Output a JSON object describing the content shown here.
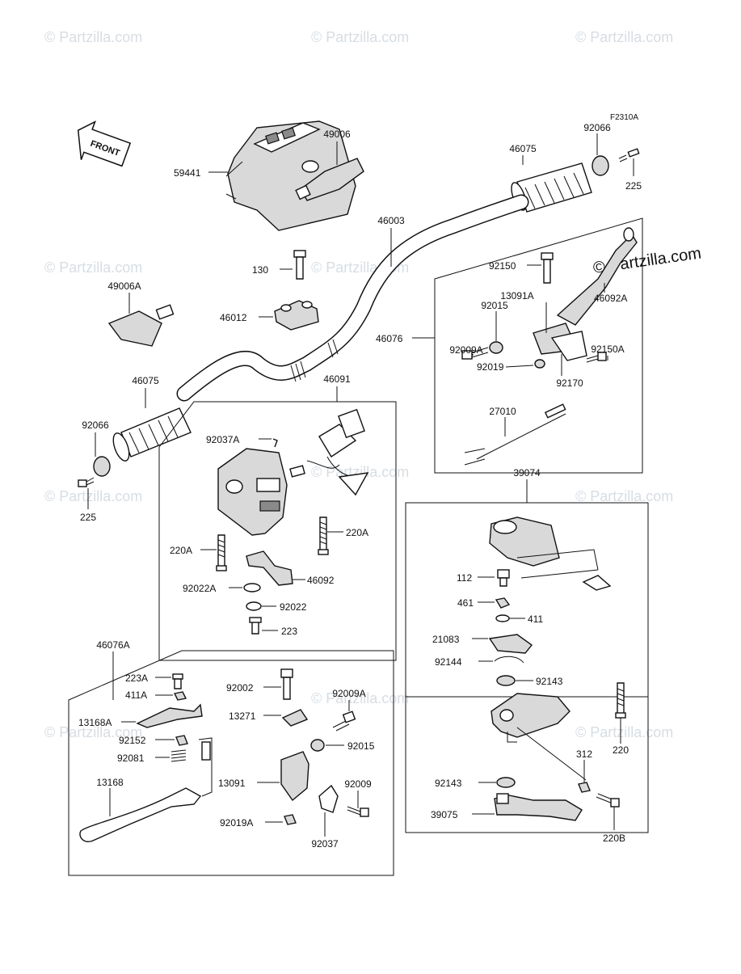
{
  "figure_code": "F2310A",
  "front_label": "FRONT",
  "watermark": "© Partzilla.com",
  "watermark_main": "© Partzilla.com",
  "labels": {
    "p59441": "59441",
    "p49006": "49006",
    "p46075_top": "46075",
    "p92066_top": "92066",
    "p225_top": "225",
    "p46003": "46003",
    "p130": "130",
    "p46012": "46012",
    "p49006A": "49006A",
    "p46075_left": "46075",
    "p92066_left": "92066",
    "p225_left": "225",
    "p46091": "46091",
    "p92037A": "92037A",
    "p220A_right": "220A",
    "p220A_left": "220A",
    "p92022A": "92022A",
    "p46092": "46092",
    "p92022": "92022",
    "p223": "223",
    "p92150": "92150",
    "p13091A": "13091A",
    "p92015_top": "92015",
    "p46092A": "46092A",
    "p46076": "46076",
    "p92009A_top": "92009A",
    "p92150A": "92150A",
    "p92019": "92019",
    "p92170": "92170",
    "p27010": "27010",
    "p39074": "39074",
    "p112": "112",
    "p461": "461",
    "p411": "411",
    "p21083": "21083",
    "p92144": "92144",
    "p92143_top": "92143",
    "p220": "220",
    "p312": "312",
    "p92143_bot": "92143",
    "p39075": "39075",
    "p220B": "220B",
    "p46076A": "46076A",
    "p223A": "223A",
    "p411A": "411A",
    "p13168A": "13168A",
    "p92152": "92152",
    "p92081": "92081",
    "p13168": "13168",
    "p92002": "92002",
    "p13271": "13271",
    "p92009A_bot": "92009A",
    "p92015_bot": "92015",
    "p13091": "13091",
    "p92009": "92009",
    "p92019A": "92019A",
    "p92037": "92037"
  }
}
